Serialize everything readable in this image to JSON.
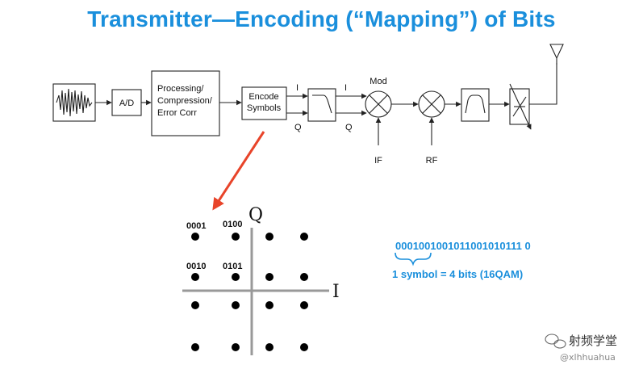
{
  "title": "Transmitter—Encoding (“Mapping”) of Bits",
  "blocks": {
    "adc": "A/D",
    "processing": [
      "Processing/",
      "Compression/",
      "Error Corr"
    ],
    "encode": [
      "Encode",
      "Symbols"
    ]
  },
  "signals": {
    "i_in": "I",
    "q_in": "Q",
    "i_out": "I",
    "q_out": "Q",
    "mod": "Mod",
    "if": "IF",
    "rf": "RF"
  },
  "constellation": {
    "q_axis": "Q",
    "i_axis": "I",
    "symbol_labels": [
      "0001",
      "0100",
      "0010",
      "0101"
    ]
  },
  "bitstream": {
    "bits": "0001001001011001010111 0",
    "symbol_note": "1 symbol = 4 bits (16QAM)"
  },
  "watermark": {
    "name": "射频学堂",
    "handle": "@xlhhuahua"
  },
  "colors": {
    "title": "#1a8fdc",
    "arrow": "#e8442a",
    "bits": "#1a8fdc"
  }
}
